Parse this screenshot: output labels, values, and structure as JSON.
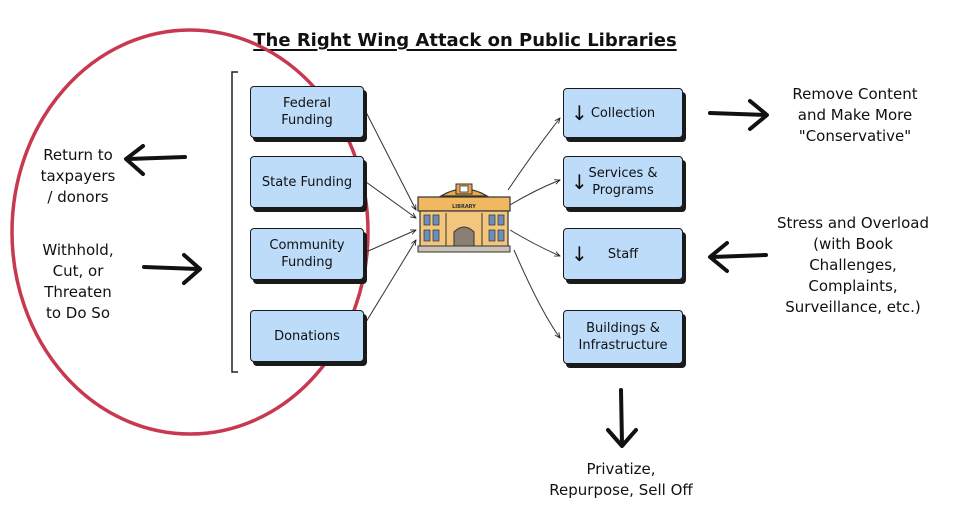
{
  "title": "The Right Wing Attack on Public Libraries",
  "colors": {
    "circle": "#c8394f",
    "box_fill": "#bcdcfa",
    "ink": "#111111"
  },
  "library_icon_label": "LIBRARY",
  "funding_sources": [
    {
      "label": "Federal Funding"
    },
    {
      "label": "State Funding"
    },
    {
      "label": "Community Funding"
    },
    {
      "label": "Donations"
    }
  ],
  "library_areas": [
    {
      "label": "Collection",
      "decreasing": true
    },
    {
      "label": "Services & Programs",
      "decreasing": true
    },
    {
      "label": "Staff",
      "decreasing": true
    },
    {
      "label": "Buildings & Infrastructure",
      "decreasing": false
    }
  ],
  "notes": {
    "return_to": "Return to taxpayers / donors",
    "withhold": "Withhold, Cut, or Threaten to Do So",
    "remove_content": "Remove Content and Make More \"Conservative\"",
    "stress": "Stress and Overload (with Book Challenges, Complaints, Surveillance, etc.)",
    "privatize": "Privatize, Repurpose, Sell Off"
  },
  "decrease_symbol": "↓"
}
